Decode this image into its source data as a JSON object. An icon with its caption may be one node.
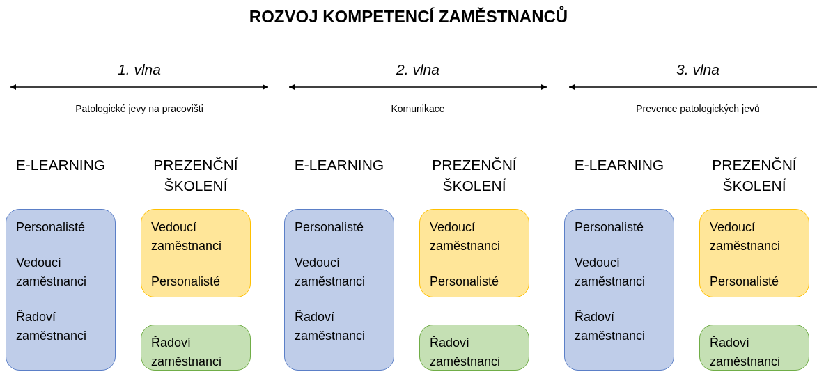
{
  "diagram": {
    "title": "ROZVOJ KOMPETENCÍ ZAMĚSTNANCŮ",
    "nodes": [
      {
        "text": [
          "Personalisté",
          "Vedoucí zaměstnanci",
          "Řadoví zaměstnanci"
        ]
      },
      {
        "text": [
          "Vedoucí zaměstnanci",
          "Personalisté"
        ]
      },
      {
        "text": [
          "Řadoví zaměstnanci"
        ]
      },
      {
        "text": [
          "Personalisté",
          "Vedoucí zaměstnanci",
          "Řadoví zaměstnanci"
        ]
      },
      {
        "text": [
          "Vedoucí zaměstnanci",
          "Personalisté"
        ]
      },
      {
        "text": [
          "Řadoví zaměstnanci"
        ]
      },
      {
        "text": [
          "Personalisté",
          "Vedoucí zaměstnanci",
          "Řadoví zaměstnanci"
        ]
      },
      {
        "text": [
          "Vedoucí zaměstnanci",
          "Personalisté"
        ]
      },
      {
        "text": [
          "Řadoví zaměstnanci"
        ]
      }
    ],
    "labels": [
      "1. vlna",
      "2. vlna",
      "3. vlna",
      "Patologické jevy na pracovišti",
      "Komunikace",
      "Prevence patologických jevů",
      "E-LEARNING",
      "PREZENČNÍ ŠKOLENÍ",
      "E-LEARNING",
      "PREZENČNÍ ŠKOLENÍ",
      "E-LEARNING",
      "PREZENČNÍ ŠKOLENÍ"
    ]
  }
}
